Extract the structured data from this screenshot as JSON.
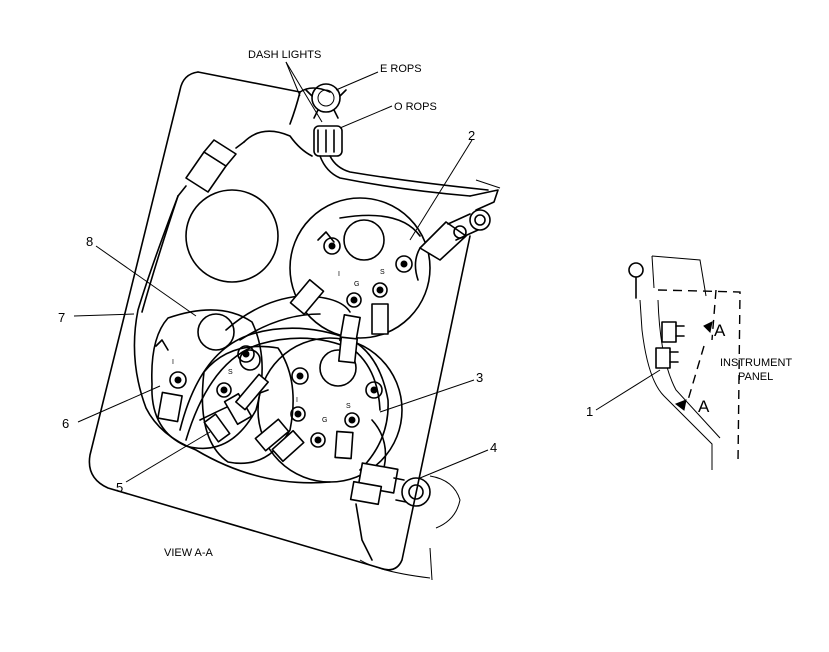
{
  "labels": {
    "dash_lights": "DASH LIGHTS",
    "e_rops": "E ROPS",
    "o_rops": "O ROPS",
    "view": "VIEW A-A",
    "instrument_panel_line1": "INSTRUMENT",
    "instrument_panel_line2": "PANEL",
    "section_a_top": "A",
    "section_a_bottom": "A",
    "terminal_i": "I",
    "terminal_g": "G",
    "terminal_s": "S"
  },
  "callouts": [
    "1",
    "2",
    "3",
    "4",
    "5",
    "6",
    "7",
    "8"
  ]
}
